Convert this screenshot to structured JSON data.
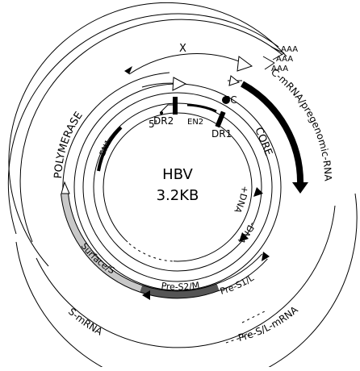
{
  "center": {
    "title": "HBV",
    "size": "3.2KB"
  },
  "labels": {
    "x": "X",
    "polymerase": "POLYMERASE",
    "core": "CORE",
    "pc": "PC",
    "dr1": "DR1",
    "dr2": "DR2",
    "en1": "EN1",
    "en2": "EN2",
    "five_prime": "5'",
    "plus_dna": "+DNA",
    "minus_dna": "-DNA",
    "surface": "Surface/S",
    "pre_s2": "Pre-S2/M",
    "pre_s1": "Pre-S1/L",
    "c_mrna": "C-mRNA/pregenomic-RNA",
    "pre_s1_mrna": "Pre-S/L-mRNA",
    "s_mrna": "S-mRNA",
    "aaa_1": "AAA",
    "aaa_2": "AAA",
    "aaa_3": "AAA"
  },
  "colors": {
    "line": "#000000",
    "surface_fill": "#c8c8c8",
    "pre_s2_fill": "#555555",
    "pre_s1_fill": "#ffffff"
  }
}
